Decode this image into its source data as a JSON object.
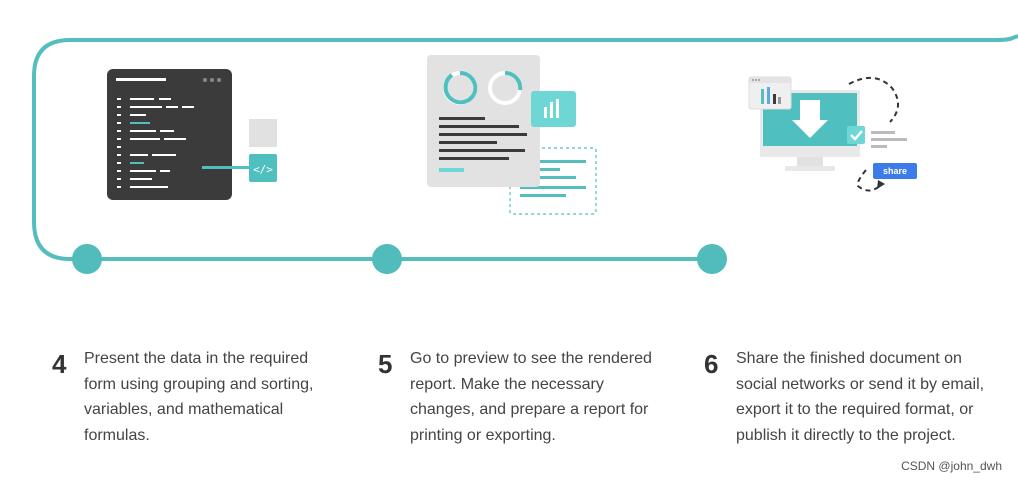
{
  "steps": [
    {
      "number": "4",
      "text": "Present the data in the required form using grouping and sorting, variables, and mathematical formulas."
    },
    {
      "number": "5",
      "text": "Go to preview to see the rendered report. Make the necessary changes, and prepare a report for printing or exporting."
    },
    {
      "number": "6",
      "text": "Share the finished document on social networks or send it by email, export it to the required format, or publish it directly to the project."
    }
  ],
  "share_button": "share",
  "watermark": "CSDN @john_dwh",
  "icons": {
    "code_editor": "code-editor-icon",
    "report_preview": "report-preview-icon",
    "monitor_share": "monitor-share-icon"
  },
  "colors": {
    "teal": "#4fbfbf",
    "light_teal": "#6fd6d6",
    "dark_panel": "#3a3a3a",
    "grey": "#e1e1e1",
    "share_blue": "#3d7be8",
    "text": "#444444"
  }
}
